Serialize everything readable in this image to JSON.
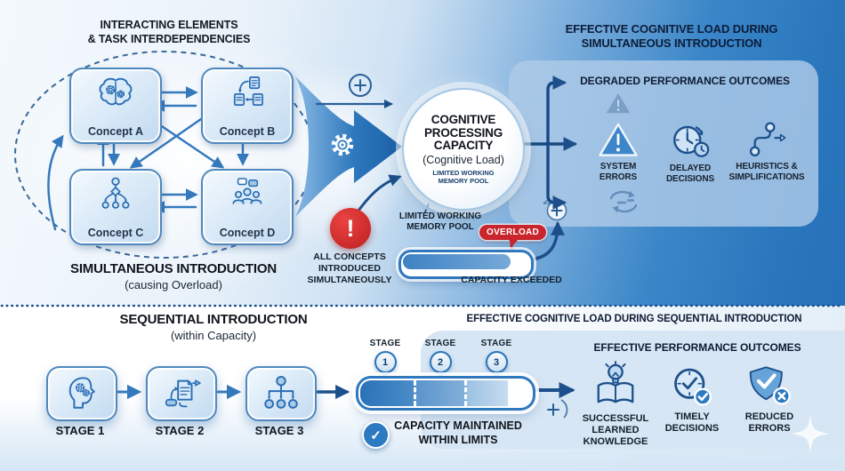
{
  "colors": {
    "accent_blue": "#2e78bd",
    "navy": "#0e2142",
    "alert_red": "#c9252c",
    "panel_blue": "#afcbe8",
    "light_panel": "#d6e6f4"
  },
  "icons": {
    "exclamation": "!",
    "check": "✓"
  },
  "top": {
    "cluster_title": "INTERACTING ELEMENTS\n& TASK INTERDEPENDENCIES",
    "concepts": [
      {
        "label": "Concept A",
        "icon": "brain-gears-icon"
      },
      {
        "label": "Concept B",
        "icon": "documents-sync-icon"
      },
      {
        "label": "Concept C",
        "icon": "hierarchy-icon"
      },
      {
        "label": "Concept D",
        "icon": "group-discussion-icon"
      }
    ],
    "sim_title": "SIMULTANEOUS INTRODUCTION",
    "sim_subtitle": "(causing Overload)",
    "circle_title": "COGNITIVE\nPROCESSING\nCAPACITY",
    "circle_subtitle": "(Cognitive Load)",
    "circle_note": "LIMITED WORKING\nMEMORY POOL",
    "limited_pool_label": "LIMITED WORKING\nMEMORY POOL",
    "all_concepts_label": "ALL CONCEPTS\nINTRODUCED\nSIMULTANEOUSLY",
    "overload_label": "OVERLOAD",
    "capacity_exceeded_label": "CAPACITY EXCEEDED",
    "right_title": "EFFECTIVE COGNITIVE LOAD DURING\nSIMULTANEOUS INTRODUCTION",
    "degraded_title": "DEGRADED PERFORMANCE OUTCOMES",
    "degraded_items": [
      {
        "label": "SYSTEM\nERRORS",
        "icon": "warning-triangle-icon"
      },
      {
        "label": "DELAYED\nDECISIONS",
        "icon": "delayed-clock-icon"
      },
      {
        "label": "HEURISTICS &\nSIMPLIFICATIONS",
        "icon": "shortcut-path-icon"
      }
    ]
  },
  "bottom": {
    "seq_title": "SEQUENTIAL INTRODUCTION",
    "seq_subtitle": "(within Capacity)",
    "stages": [
      {
        "label": "STAGE 1",
        "icon": "head-gears-icon"
      },
      {
        "label": "STAGE 2",
        "icon": "document-transfer-icon"
      },
      {
        "label": "STAGE 3",
        "icon": "branching-structure-icon"
      }
    ],
    "stage_markers": [
      {
        "label": "STAGE",
        "number": "1"
      },
      {
        "label": "STAGE",
        "number": "2"
      },
      {
        "label": "STAGE",
        "number": "3"
      }
    ],
    "capacity_caption": "CAPACITY MAINTAINED\nWITHIN LIMITS",
    "right_title": "EFFECTIVE COGNITIVE LOAD DURING SEQUENTIAL INTRODUCTION",
    "outcomes_title": "EFFECTIVE PERFORMANCE OUTCOMES",
    "outcomes": [
      {
        "label": "SUCCESSFUL\nLEARNED\nKNOWLEDGE",
        "icon": "book-lightbulb-icon"
      },
      {
        "label": "TIMELY\nDECISIONS",
        "icon": "clock-check-icon"
      },
      {
        "label": "REDUCED\nERRORS",
        "icon": "shield-check-icon"
      }
    ]
  }
}
